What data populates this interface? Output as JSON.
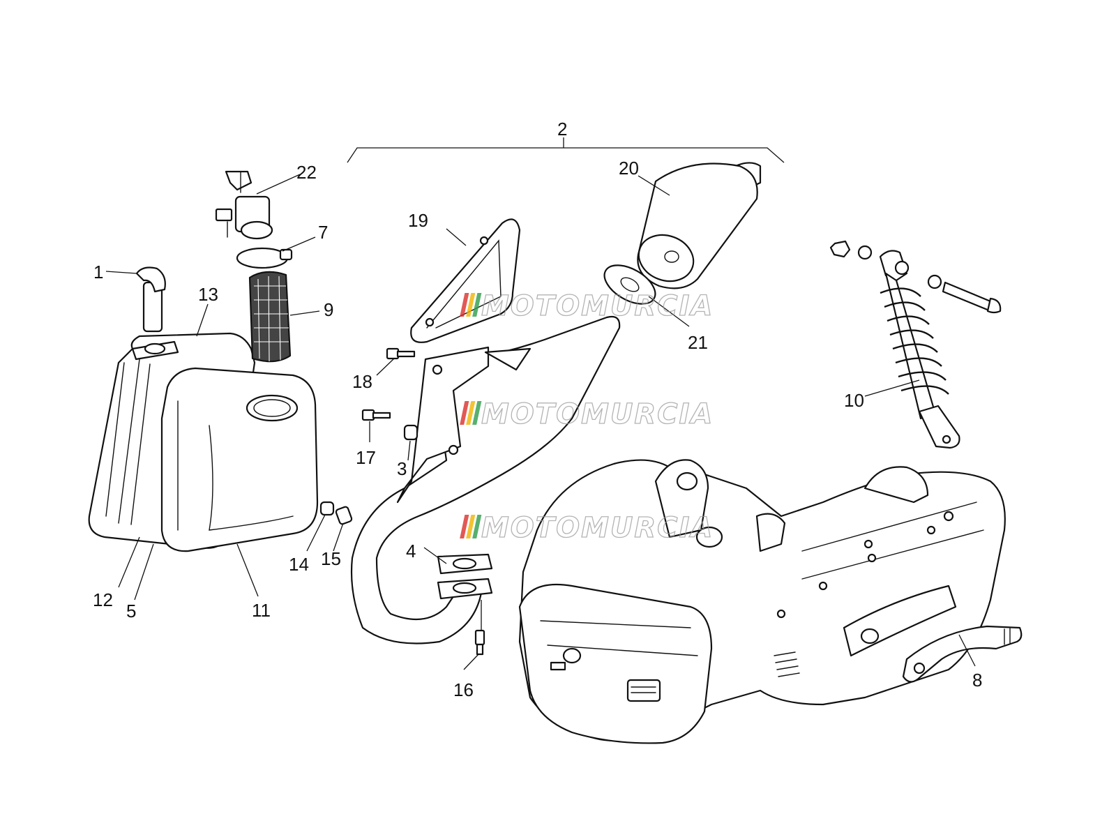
{
  "diagram": {
    "callouts": [
      {
        "id": "1",
        "label": "1"
      },
      {
        "id": "2",
        "label": "2"
      },
      {
        "id": "3",
        "label": "3"
      },
      {
        "id": "4",
        "label": "4"
      },
      {
        "id": "5",
        "label": "5"
      },
      {
        "id": "7",
        "label": "7"
      },
      {
        "id": "8",
        "label": "8"
      },
      {
        "id": "9",
        "label": "9"
      },
      {
        "id": "10",
        "label": "10"
      },
      {
        "id": "11",
        "label": "11"
      },
      {
        "id": "12",
        "label": "12"
      },
      {
        "id": "13",
        "label": "13"
      },
      {
        "id": "14",
        "label": "14"
      },
      {
        "id": "15",
        "label": "15"
      },
      {
        "id": "16",
        "label": "16"
      },
      {
        "id": "17",
        "label": "17"
      },
      {
        "id": "18",
        "label": "18"
      },
      {
        "id": "19",
        "label": "19"
      },
      {
        "id": "20",
        "label": "20"
      },
      {
        "id": "21",
        "label": "21"
      },
      {
        "id": "22",
        "label": "22"
      }
    ]
  },
  "watermark": {
    "text": "MOTOMURCIA",
    "stripe_colors": [
      "#d9302c",
      "#f0b400",
      "#2e9c4a"
    ],
    "count": 3
  }
}
